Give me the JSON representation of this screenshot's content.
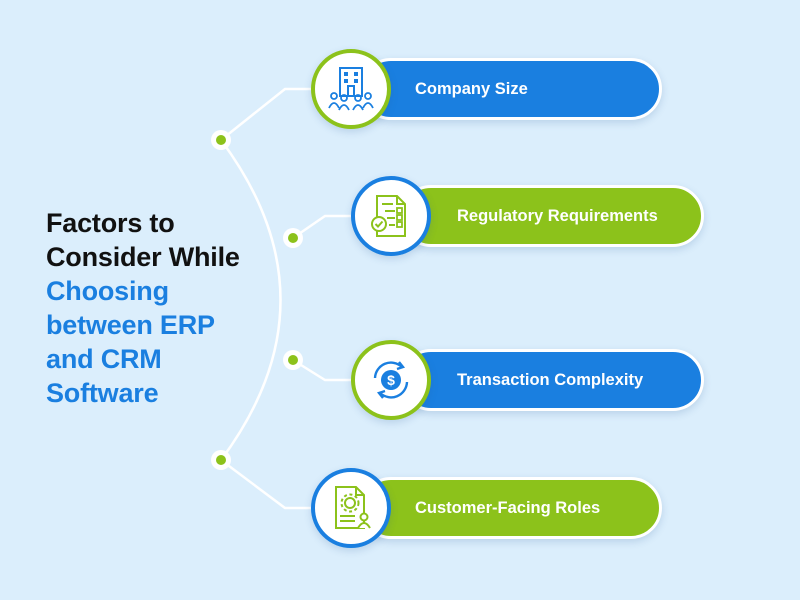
{
  "title": {
    "line1": "Factors to",
    "line2": "Consider While",
    "line3": "Choosing",
    "line4": "between ERP",
    "line5": "and CRM",
    "line6": "Software"
  },
  "factors": [
    {
      "label": "Company Size",
      "icon": "office-building-people-icon",
      "pill_color": "#1a7fe0",
      "ring_color": "#8cc21b"
    },
    {
      "label": "Regulatory Requirements",
      "icon": "compliance-checklist-icon",
      "pill_color": "#8cc21b",
      "ring_color": "#1a7fe0"
    },
    {
      "label": "Transaction Complexity",
      "icon": "dollar-exchange-icon",
      "pill_color": "#1a7fe0",
      "ring_color": "#8cc21b"
    },
    {
      "label": "Customer-Facing Roles",
      "icon": "document-settings-user-icon",
      "pill_color": "#8cc21b",
      "ring_color": "#1a7fe0"
    }
  ],
  "colors": {
    "background": "#dbeefc",
    "blue": "#1a7fe0",
    "green": "#8cc21b",
    "dark_text": "#111111"
  }
}
